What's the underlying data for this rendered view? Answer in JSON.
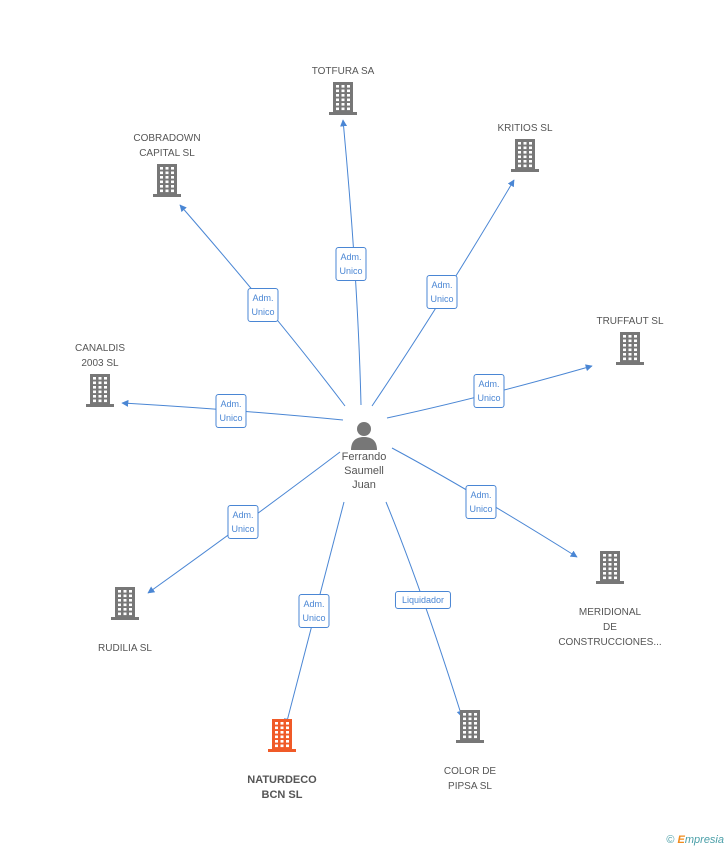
{
  "colors": {
    "edge": "#4a86d4",
    "building": "#777777",
    "building_main": "#f05a28",
    "person": "#777777"
  },
  "center": {
    "name_lines": [
      "Ferrando",
      "Saumell",
      "Juan"
    ],
    "icon": "person-icon"
  },
  "nodes": [
    {
      "id": "totfura",
      "lines": [
        "TOTFURA SA"
      ],
      "main": false
    },
    {
      "id": "kritios",
      "lines": [
        "KRITIOS SL"
      ],
      "main": false
    },
    {
      "id": "cobradown",
      "lines": [
        "COBRADOWN",
        "CAPITAL SL"
      ],
      "main": false
    },
    {
      "id": "truffaut",
      "lines": [
        "TRUFFAUT  SL"
      ],
      "main": false
    },
    {
      "id": "canaldis",
      "lines": [
        "CANALDIS",
        "2003 SL"
      ],
      "main": false
    },
    {
      "id": "meridional",
      "lines": [
        "MERIDIONAL",
        "DE",
        "CONSTRUCCIONES..."
      ],
      "main": false
    },
    {
      "id": "rudilia",
      "lines": [
        "RUDILIA SL"
      ],
      "main": false
    },
    {
      "id": "naturdeco",
      "lines": [
        "NATURDECO",
        "BCN  SL"
      ],
      "main": true
    },
    {
      "id": "colordepipsa",
      "lines": [
        "COLOR DE",
        "PIPSA SL"
      ],
      "main": false
    }
  ],
  "edges": [
    {
      "to": "totfura",
      "label_lines": [
        "Adm.",
        "Unico"
      ]
    },
    {
      "to": "kritios",
      "label_lines": [
        "Adm.",
        "Unico"
      ]
    },
    {
      "to": "cobradown",
      "label_lines": [
        "Adm.",
        "Unico"
      ]
    },
    {
      "to": "truffaut",
      "label_lines": [
        "Adm.",
        "Unico"
      ]
    },
    {
      "to": "canaldis",
      "label_lines": [
        "Adm.",
        "Unico"
      ]
    },
    {
      "to": "meridional",
      "label_lines": [
        "Adm.",
        "Unico"
      ]
    },
    {
      "to": "rudilia",
      "label_lines": [
        "Adm.",
        "Unico"
      ]
    },
    {
      "to": "naturdeco",
      "label_lines": [
        "Adm.",
        "Unico"
      ]
    },
    {
      "to": "colordepipsa",
      "label_lines": [
        "Liquidador"
      ]
    }
  ],
  "footer": {
    "copyright": "©",
    "brand_initial": "E",
    "brand_rest": "mpresia"
  }
}
